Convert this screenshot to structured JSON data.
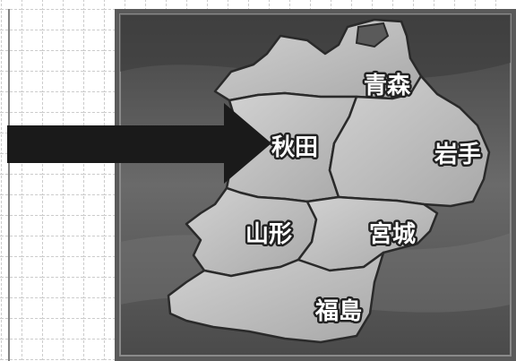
{
  "map": {
    "prefectures": [
      {
        "name": "青森"
      },
      {
        "name": "秋田"
      },
      {
        "name": "岩手"
      },
      {
        "name": "山形"
      },
      {
        "name": "宮城"
      },
      {
        "name": "福島"
      }
    ],
    "highlighted": "秋田"
  },
  "colors": {
    "frame": "#5a5a5a",
    "land": "#bdbdbd",
    "border": "#2a2a2a",
    "label_fill": "#ffffff",
    "label_stroke": "#222222",
    "arrow": "#1a1a1a",
    "grid_line": "#9a9a9a"
  }
}
